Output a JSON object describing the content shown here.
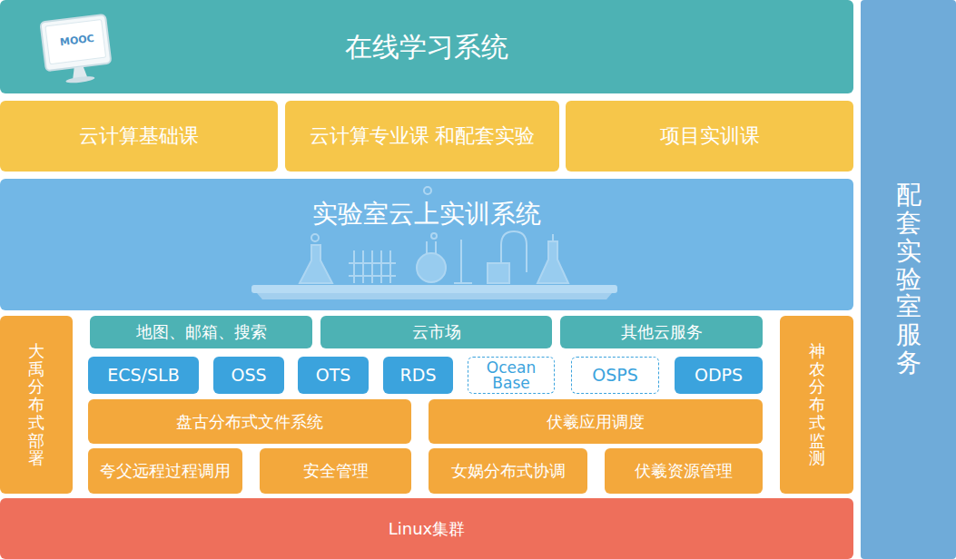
{
  "diagram": {
    "nodes": [
      {
        "text": [
          "在线学习系统"
        ]
      },
      {
        "text": [
          "云计算基础课"
        ]
      },
      {
        "text": [
          "云计算专业课 和配套实验"
        ]
      },
      {
        "text": [
          "项目实训课"
        ]
      },
      {
        "text": [
          "实验室云上实训系统"
        ]
      },
      {
        "text": [
          "大禹分布式部署"
        ]
      },
      {
        "text": [
          "地图、邮箱、搜索"
        ]
      },
      {
        "text": [
          "云市场"
        ]
      },
      {
        "text": [
          "其他云服务"
        ]
      },
      {
        "text": [
          "ECS/SLB"
        ]
      },
      {
        "text": [
          "OSS"
        ]
      },
      {
        "text": [
          "OTS"
        ]
      },
      {
        "text": [
          "RDS"
        ]
      },
      {
        "text": [
          "Ocean Base"
        ]
      },
      {
        "text": [
          "OSPS"
        ]
      },
      {
        "text": [
          "ODPS"
        ]
      },
      {
        "text": [
          "盘古分布式文件系统"
        ]
      },
      {
        "text": [
          "伏羲应用调度"
        ]
      },
      {
        "text": [
          "夸父远程过程调用"
        ]
      },
      {
        "text": [
          "安全管理"
        ]
      },
      {
        "text": [
          "女娲分布式协调"
        ]
      },
      {
        "text": [
          "伏羲资源管理"
        ]
      },
      {
        "text": [
          "神农分布式监测"
        ]
      },
      {
        "text": [
          "Linux集群"
        ]
      },
      {
        "text": [
          "配套实验室服务"
        ]
      }
    ],
    "edges": [],
    "labels": [
      "MOOC"
    ]
  }
}
